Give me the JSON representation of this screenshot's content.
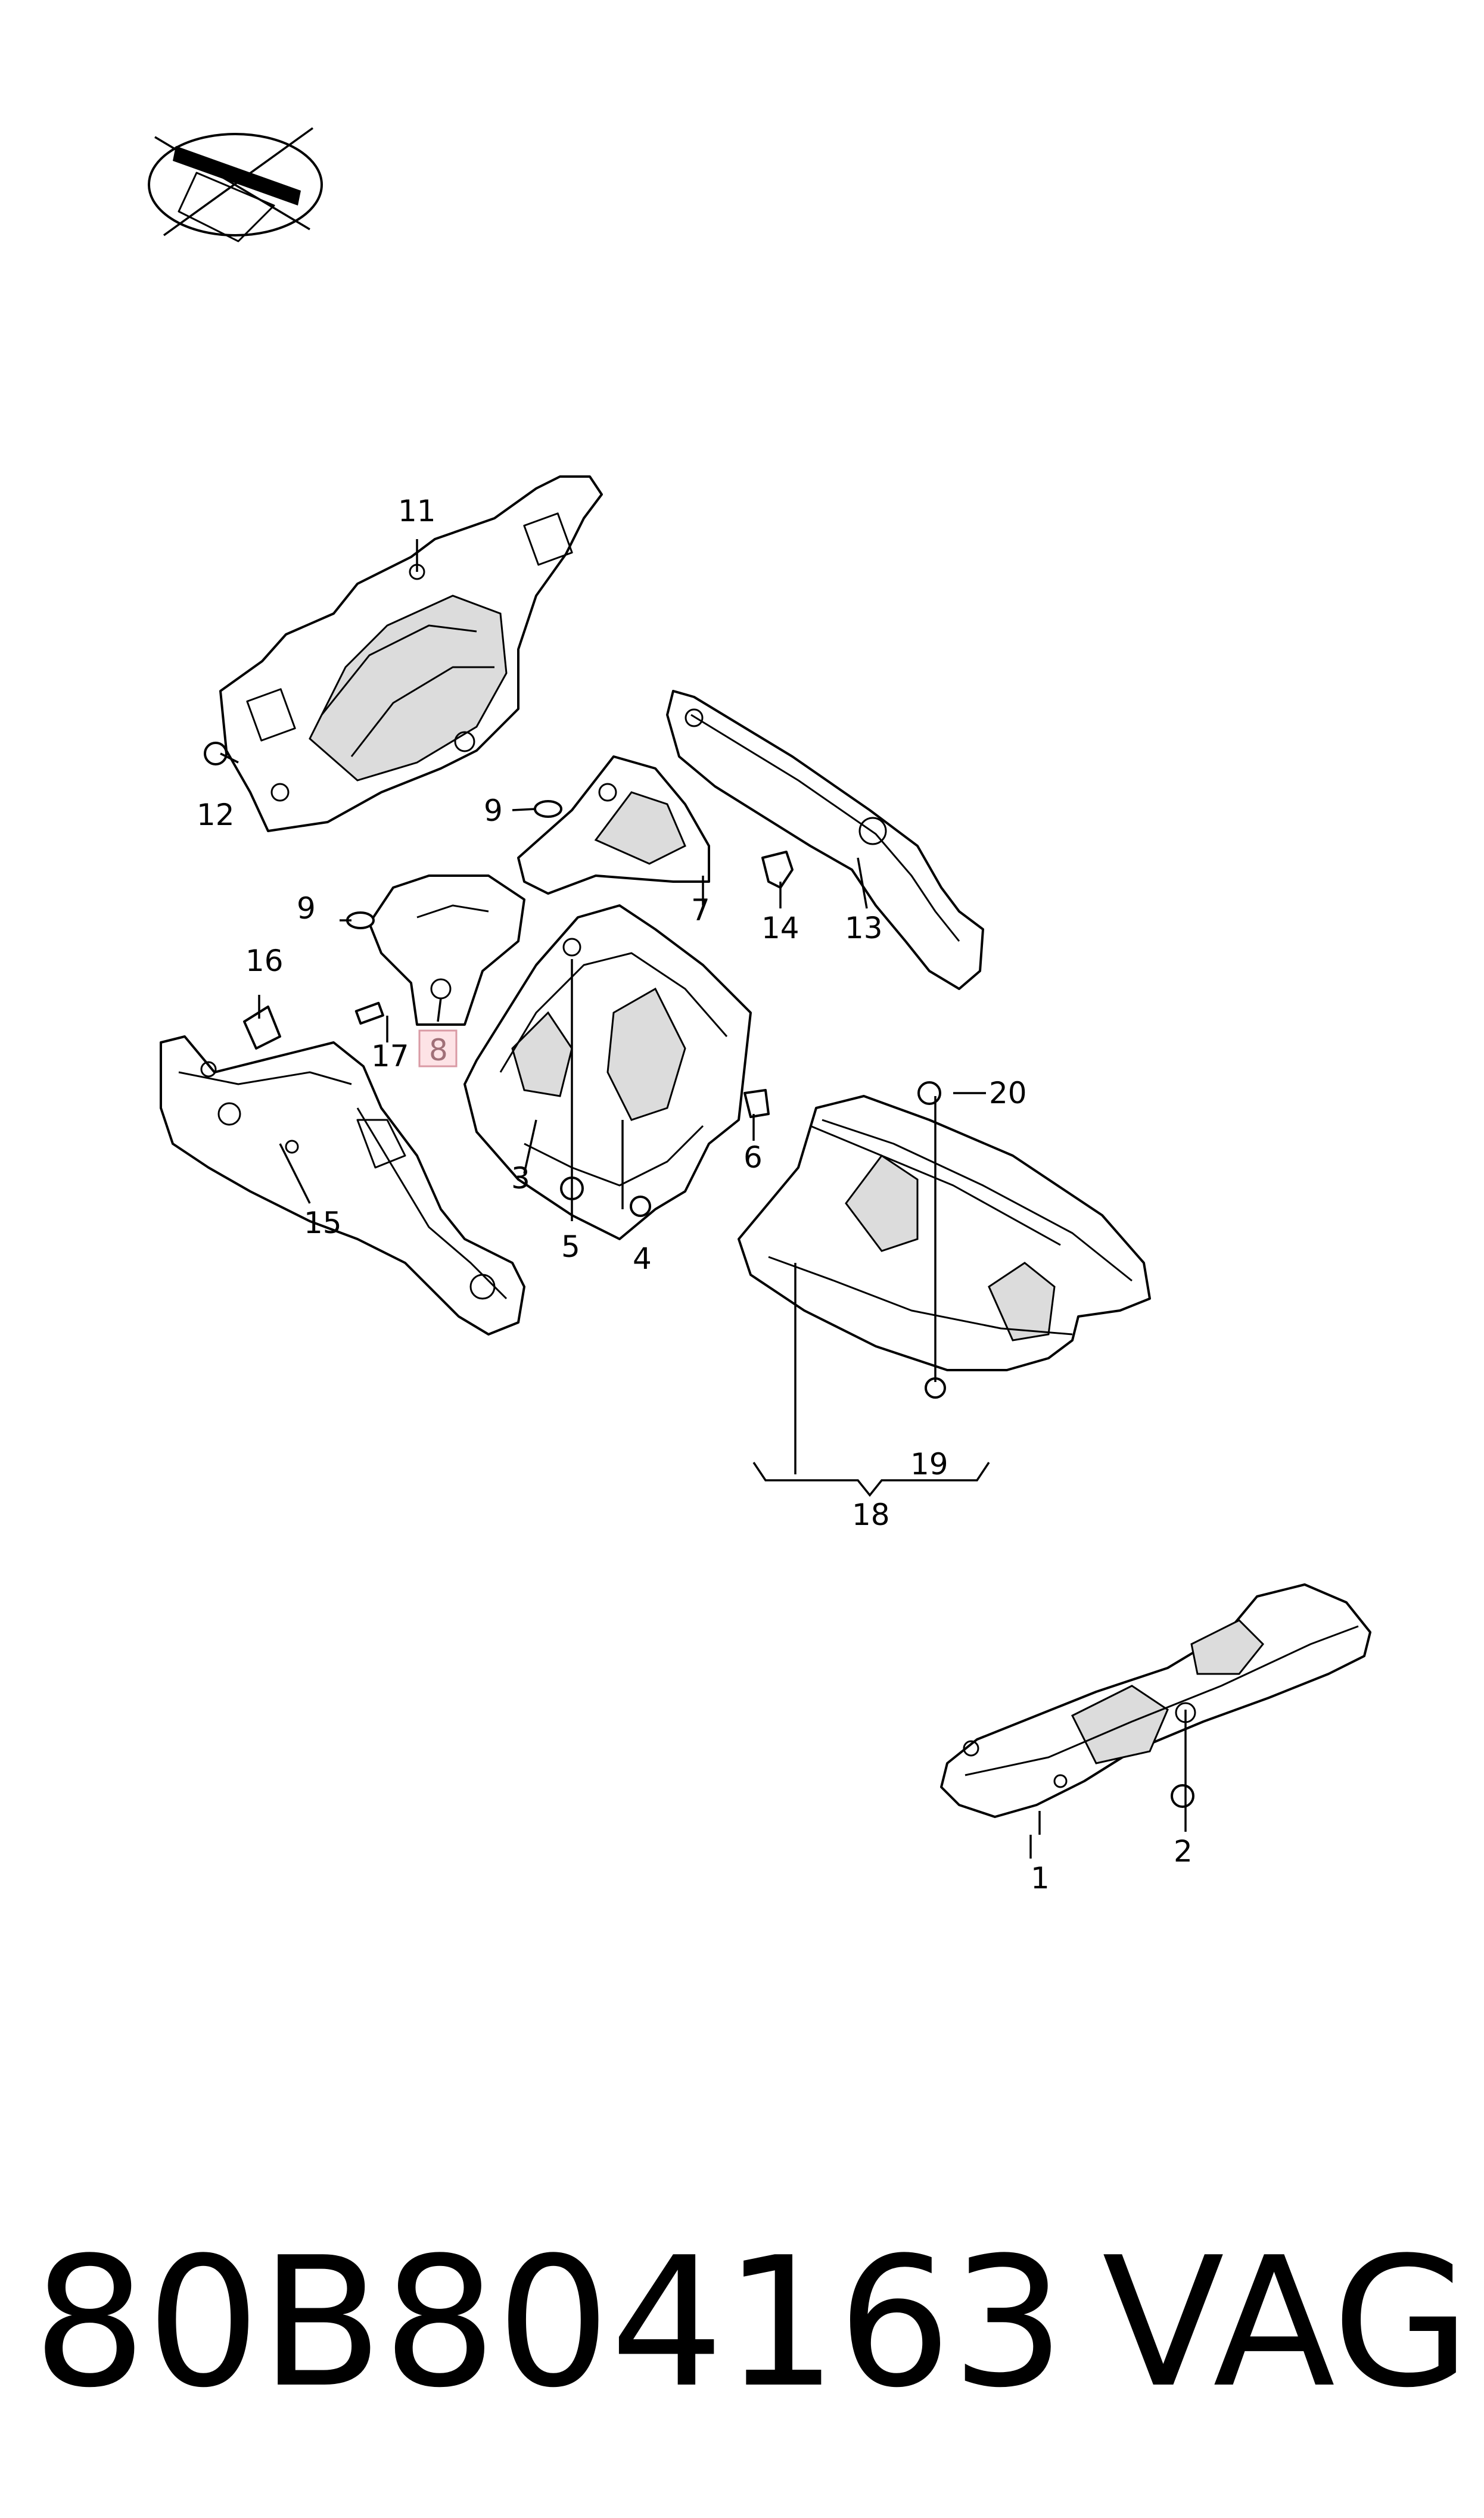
{
  "callouts": {
    "c1": "1",
    "c2": "2",
    "c3": "3",
    "c4": "4",
    "c5": "5",
    "c6": "6",
    "c7": "7",
    "c8": "8",
    "c9a": "9",
    "c9b": "9",
    "c11": "11",
    "c12": "12",
    "c13": "13",
    "c14": "14",
    "c15": "15",
    "c16": "16",
    "c17": "17",
    "c18": "18",
    "c19": "19",
    "c20": "20"
  },
  "highlighted_callout": "8",
  "footer": {
    "part_number": "80B804163",
    "brand": "VAG"
  },
  "colors": {
    "highlight_fill": "#fde3e6",
    "highlight_border": "#d99aa4",
    "line": "#000000"
  },
  "icons": [
    "orientation-icon"
  ]
}
